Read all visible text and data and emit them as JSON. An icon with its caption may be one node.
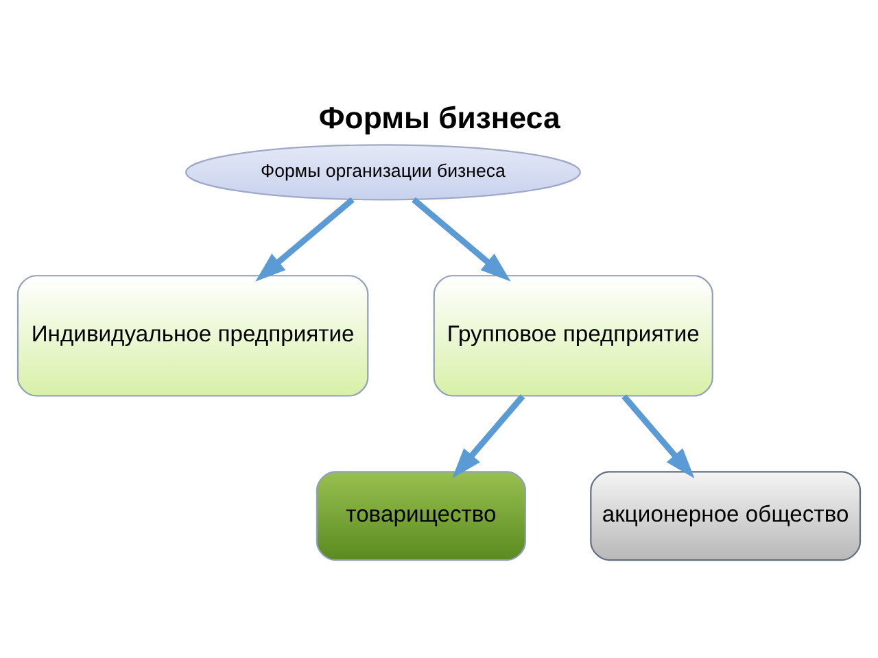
{
  "diagram": {
    "title": "Формы бизнеса",
    "nodes": [
      {
        "text": [
          "Формы организации бизнеса"
        ]
      },
      {
        "text": [
          "Индивидуальное предприятие"
        ]
      },
      {
        "text": [
          "Групповое предприятие"
        ]
      },
      {
        "text": [
          "товарищество"
        ]
      },
      {
        "text": [
          "акционерное общество"
        ]
      }
    ],
    "edges": [
      {
        "from": 0,
        "to": 1,
        "arrow": "to"
      },
      {
        "from": 0,
        "to": 2,
        "arrow": "to"
      },
      {
        "from": 2,
        "to": 3,
        "arrow": "to"
      },
      {
        "from": 2,
        "to": 4,
        "arrow": "to"
      }
    ]
  }
}
